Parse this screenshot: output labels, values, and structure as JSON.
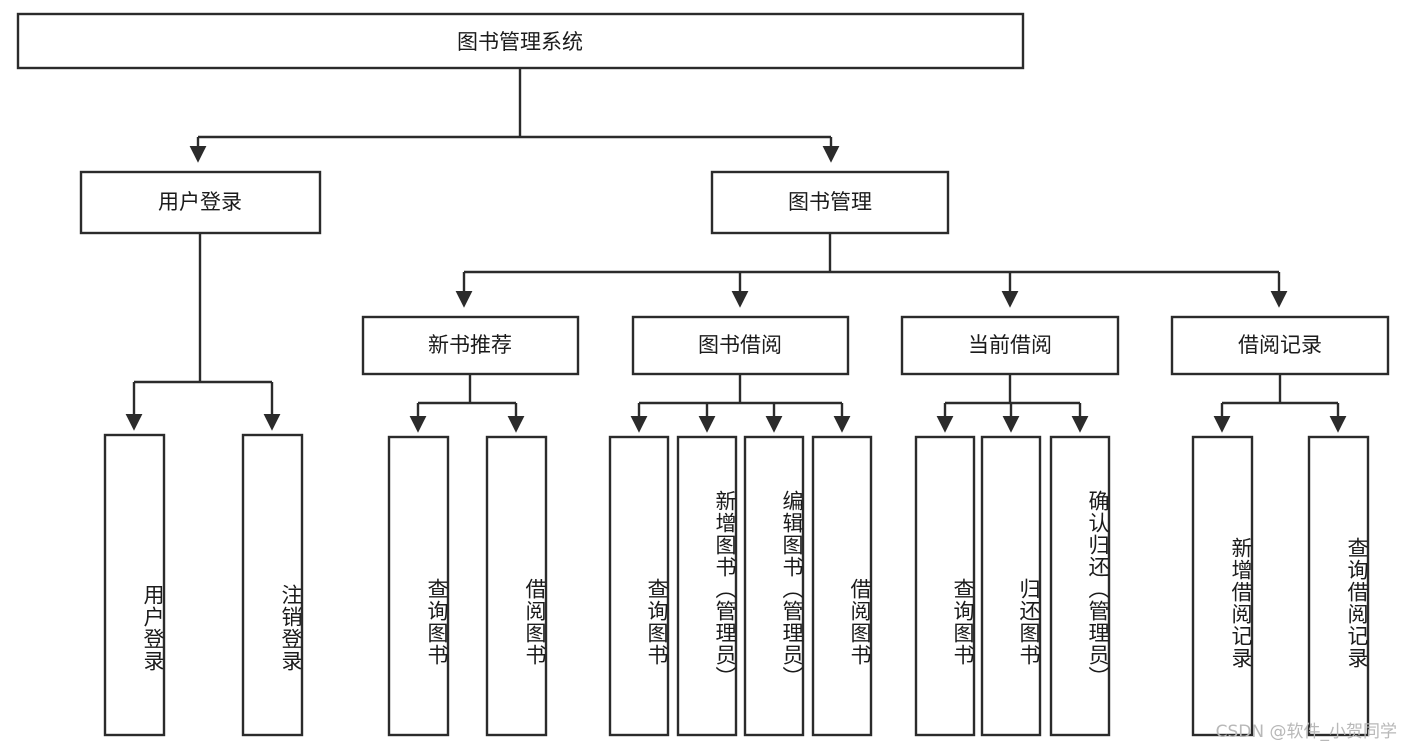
{
  "diagram": {
    "type": "tree-hierarchy",
    "title": "图书管理系统",
    "orientation": "top-down",
    "root": {
      "id": "root",
      "label": "图书管理系统",
      "level": 0
    },
    "level2": [
      {
        "id": "user-login",
        "label": "用户登录"
      },
      {
        "id": "book-management",
        "label": "图书管理"
      }
    ],
    "level3": [
      {
        "id": "new-book-recommend",
        "label": "新书推荐",
        "parent": "book-management"
      },
      {
        "id": "book-borrow",
        "label": "图书借阅",
        "parent": "book-management"
      },
      {
        "id": "current-borrow",
        "label": "当前借阅",
        "parent": "book-management"
      },
      {
        "id": "borrow-record",
        "label": "借阅记录",
        "parent": "book-management"
      }
    ],
    "leaves": [
      {
        "id": "leaf-user-login",
        "label": "用户登录",
        "parent": "user-login"
      },
      {
        "id": "leaf-user-logout",
        "label": "注销登录",
        "parent": "user-login"
      },
      {
        "id": "leaf-query-book-1",
        "label": "查询图书",
        "parent": "new-book-recommend"
      },
      {
        "id": "leaf-borrow-book-1",
        "label": "借阅图书",
        "parent": "new-book-recommend"
      },
      {
        "id": "leaf-query-book-2",
        "label": "查询图书",
        "parent": "book-borrow"
      },
      {
        "id": "leaf-add-book",
        "label": "新增图书（管理员）",
        "parent": "book-borrow"
      },
      {
        "id": "leaf-edit-book",
        "label": "编辑图书（管理员）",
        "parent": "book-borrow"
      },
      {
        "id": "leaf-borrow-book-2",
        "label": "借阅图书",
        "parent": "book-borrow"
      },
      {
        "id": "leaf-query-book-3",
        "label": "查询图书",
        "parent": "current-borrow"
      },
      {
        "id": "leaf-return-book",
        "label": "归还图书",
        "parent": "current-borrow"
      },
      {
        "id": "leaf-confirm-return",
        "label": "确认归还（管理员）",
        "parent": "current-borrow"
      },
      {
        "id": "leaf-add-record",
        "label": "新增借阅记录",
        "parent": "borrow-record"
      },
      {
        "id": "leaf-query-record",
        "label": "查询借阅记录",
        "parent": "borrow-record"
      }
    ],
    "watermark": "CSDN @软件_小贺同学",
    "colors": {
      "stroke": "#2b2b2b",
      "fill": "#ffffff",
      "text": "#1b1b1b",
      "watermark": "#b8b8b8",
      "background": "#ffffff"
    }
  }
}
